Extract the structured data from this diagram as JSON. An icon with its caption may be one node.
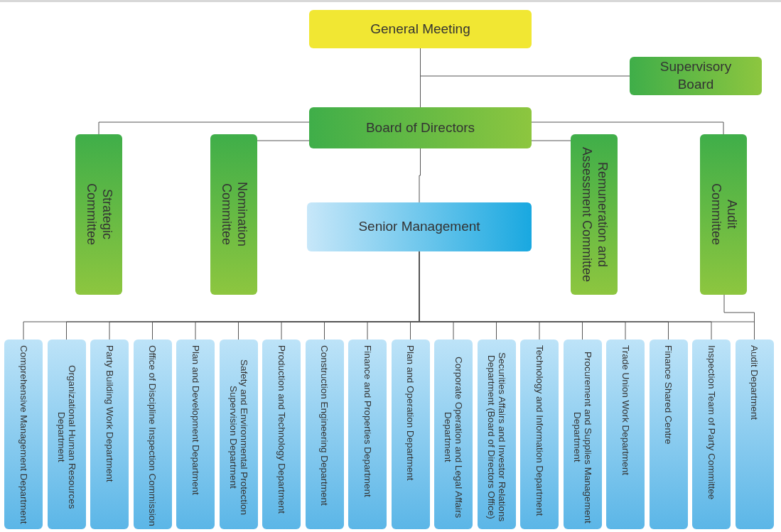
{
  "diagram": {
    "nodes": [
      {
        "text": [
          "General Meeting"
        ]
      },
      {
        "text": [
          "Supervisory Board"
        ]
      },
      {
        "text": [
          "Board of Directors"
        ]
      },
      {
        "text": [
          "Strategic Committee"
        ]
      },
      {
        "text": [
          "Nomination Committee"
        ]
      },
      {
        "text": [
          "Remuneration and Assessment Committee"
        ]
      },
      {
        "text": [
          "Audit Committee"
        ]
      },
      {
        "text": [
          "Senior Management"
        ]
      },
      {
        "text": [
          "Comprehensive Management Department"
        ]
      },
      {
        "text": [
          "Organizational Human Resources Department"
        ]
      },
      {
        "text": [
          "Party Building Work Department"
        ]
      },
      {
        "text": [
          "Office of Discipline Inspection Commission"
        ]
      },
      {
        "text": [
          "Plan and Development Department"
        ]
      },
      {
        "text": [
          "Safety and Environmental Protection Supervision Department"
        ]
      },
      {
        "text": [
          "Production and Technology Department"
        ]
      },
      {
        "text": [
          "Construction Engineering Department"
        ]
      },
      {
        "text": [
          "Finance and Properties Department"
        ]
      },
      {
        "text": [
          "Plan and Operation Department"
        ]
      },
      {
        "text": [
          "Corporate Operation and Legal Affairs Department"
        ]
      },
      {
        "text": [
          "Securities Affairs and Investor Relations Department (Board of Directors Office)"
        ]
      },
      {
        "text": [
          "Technology and Information Department"
        ]
      },
      {
        "text": [
          "Procurement and Supplies Management Department"
        ]
      },
      {
        "text": [
          "Trade Union Work Department"
        ]
      },
      {
        "text": [
          "Finance Shared Centre"
        ]
      },
      {
        "text": [
          "Inspection Team of Party Committee"
        ]
      },
      {
        "text": [
          "Audit Department"
        ]
      }
    ],
    "edges": [
      {
        "from": 0,
        "to": 2,
        "arrow": "none"
      },
      {
        "from": 0,
        "to": 1,
        "arrow": "none"
      },
      {
        "from": 2,
        "to": 3,
        "arrow": "none"
      },
      {
        "from": 2,
        "to": 4,
        "arrow": "none"
      },
      {
        "from": 2,
        "to": 5,
        "arrow": "none"
      },
      {
        "from": 2,
        "to": 6,
        "arrow": "none"
      },
      {
        "from": 2,
        "to": 7,
        "arrow": "none"
      },
      {
        "from": 7,
        "to": 8,
        "arrow": "none"
      },
      {
        "from": 7,
        "to": 9,
        "arrow": "none"
      },
      {
        "from": 7,
        "to": 10,
        "arrow": "none"
      },
      {
        "from": 7,
        "to": 11,
        "arrow": "none"
      },
      {
        "from": 7,
        "to": 12,
        "arrow": "none"
      },
      {
        "from": 7,
        "to": 13,
        "arrow": "none"
      },
      {
        "from": 7,
        "to": 14,
        "arrow": "none"
      },
      {
        "from": 7,
        "to": 15,
        "arrow": "none"
      },
      {
        "from": 7,
        "to": 16,
        "arrow": "none"
      },
      {
        "from": 7,
        "to": 17,
        "arrow": "none"
      },
      {
        "from": 7,
        "to": 18,
        "arrow": "none"
      },
      {
        "from": 7,
        "to": 19,
        "arrow": "none"
      },
      {
        "from": 7,
        "to": 20,
        "arrow": "none"
      },
      {
        "from": 7,
        "to": 21,
        "arrow": "none"
      },
      {
        "from": 7,
        "to": 22,
        "arrow": "none"
      },
      {
        "from": 7,
        "to": 23,
        "arrow": "none"
      },
      {
        "from": 7,
        "to": 24,
        "arrow": "none"
      },
      {
        "from": 7,
        "to": 25,
        "arrow": "none"
      },
      {
        "from": 6,
        "to": 25,
        "arrow": "none"
      }
    ]
  }
}
